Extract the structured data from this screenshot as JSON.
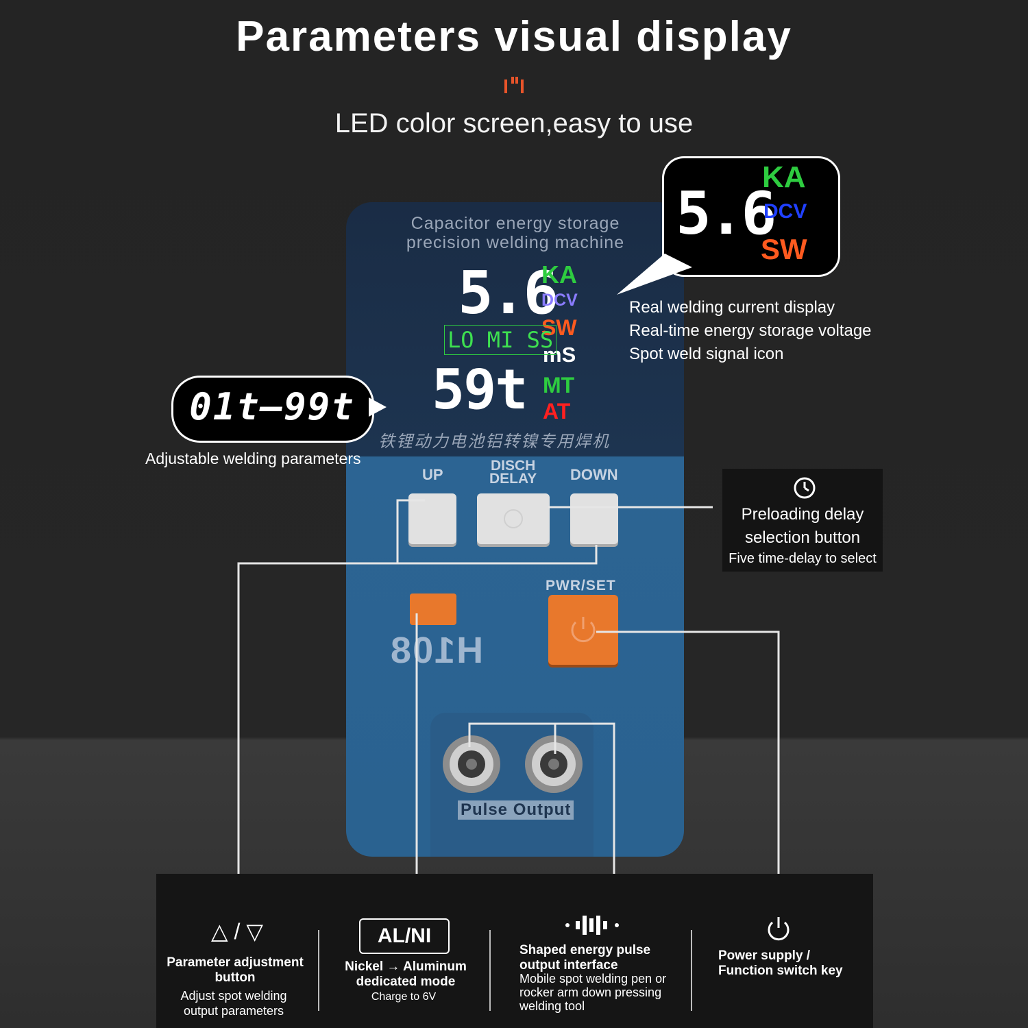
{
  "header": {
    "title": "Parameters visual display",
    "subtitle": "LED color screen,easy to use"
  },
  "device": {
    "screen_label_line1": "Capacitor energy storage",
    "screen_label_line2": "precision welding machine",
    "reading_main": "5.6",
    "unit_ka": "KA",
    "unit_dcv": "DCV",
    "unit_sw": "SW",
    "unit_ms": "mS",
    "unit_mt": "MT",
    "unit_at": "AT",
    "mode_label": "LO MI SS",
    "reading_second": "59t",
    "chinese_label": "铁锂动力电池铝转镍专用焊机",
    "button_up": "UP",
    "button_disch_line1": "DISCH",
    "button_disch_line2": "DELAY",
    "button_down": "DOWN",
    "button_pwr": "PWR/SET",
    "model": "H108",
    "pulse_output": "Pulse Output"
  },
  "callouts": {
    "top_bubble": {
      "reading": "5.6",
      "unit_ka": "KA",
      "unit_dcv": "DCV",
      "unit_sw": "SW"
    },
    "top_line1": "Real welding current display",
    "top_line2": "Real-time energy storage voltage",
    "top_line3": "Spot weld signal icon",
    "left_bubble": "01t—99t",
    "left_caption": "Adjustable welding parameters",
    "delay_title_line1": "Preloading delay",
    "delay_title_line2": "selection button",
    "delay_sub": "Five time-delay to select"
  },
  "bottom": {
    "col1_symbol": "△ / ▽",
    "col1_title_line1": "Parameter adjustment",
    "col1_title_line2": "button",
    "col1_sub_line1": "Adjust spot welding",
    "col1_sub_line2": "output parameters",
    "col2_badge": "AL/NI",
    "col2_title_line1": "Nickel → Aluminum",
    "col2_title_line2": "dedicated mode",
    "col2_sub": "Charge to 6V",
    "col3_title_line1": "Shaped energy pulse",
    "col3_title_line2": "output interface",
    "col3_sub_line1": "Mobile spot welding pen or",
    "col3_sub_line2": "rocker arm down pressing",
    "col3_sub_line3": "welding tool",
    "col4_title_line1": "Power supply /",
    "col4_title_line2": "Function switch key"
  },
  "colors": {
    "green": "#2ecc40",
    "blue": "#2040ff",
    "orange": "#ff5a1f",
    "red": "#ff2020",
    "button_orange": "#e8782c"
  }
}
